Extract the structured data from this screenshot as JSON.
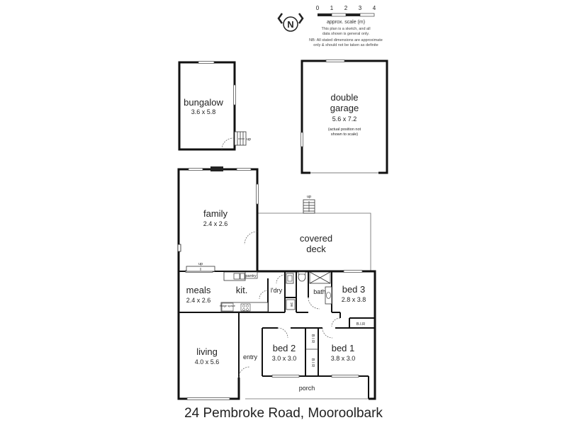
{
  "compass": {
    "letter": "N"
  },
  "scale": {
    "ticks": [
      "0",
      "1",
      "2",
      "3",
      "4"
    ],
    "label": "approx. scale (m)",
    "note_lines": [
      "This plan is a sketch, and all",
      "data shown is general only.",
      "NB: All stated dimensions are approximate",
      "only & should not be taken as definite"
    ]
  },
  "rooms": {
    "bungalow": {
      "name": "bungalow",
      "dims": "3.6 x 5.8"
    },
    "garage": {
      "name_line1": "double",
      "name_line2": "garage",
      "dims": "5.6 x 7.2",
      "note_line1": "(actual position not",
      "note_line2": "shown to scale)"
    },
    "family": {
      "name": "family",
      "dims": "2.4 x 2.6"
    },
    "deck": {
      "name_line1": "covered",
      "name_line2": "deck"
    },
    "meals": {
      "name": "meals",
      "dims": "2.4 x 2.6"
    },
    "kitchen": {
      "name": "kit."
    },
    "laundry": {
      "name": "l'dry"
    },
    "bath": {
      "name": "bath"
    },
    "bed3": {
      "name": "bed 3",
      "dims": "2.8 x 3.8"
    },
    "bed2": {
      "name": "bed 2",
      "dims": "3.0 x 3.0"
    },
    "bed1": {
      "name": "bed 1",
      "dims": "3.8 x 3.0"
    },
    "living": {
      "name": "living",
      "dims": "4.0 x 5.6"
    },
    "entry": {
      "name": "entry"
    },
    "porch": {
      "name": "porch"
    }
  },
  "small_labels": {
    "pantry": "pantry",
    "fridge": "fridge space",
    "wc": "wc",
    "bir_bed3": "B.I.R",
    "bir_a": "B I R",
    "bir_b": "B I R",
    "up_bungalow": "up",
    "up_deck": "up",
    "up_meals": "up"
  },
  "address": "24 Pembroke Road, Mooroolbark"
}
